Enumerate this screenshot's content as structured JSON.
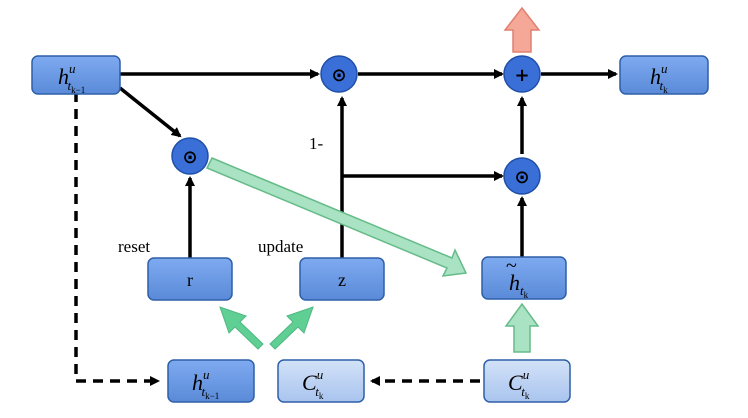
{
  "colors": {
    "box_fill": "#6b9be8",
    "box_fill_light": "#bcd1f2",
    "box_stroke": "#2e5fa8",
    "node_fill": "#3a6fd8",
    "node_stroke": "#1f4fa8",
    "green_arrow": "#66cc99",
    "green_arrow_light": "#a9e3c4",
    "orange_arrow": "#f0a090",
    "line": "#000000"
  },
  "boxes": {
    "h_prev": {
      "var": "h",
      "sup": "u",
      "sub": "t",
      "subsub": "k−1"
    },
    "h_out": {
      "var": "h",
      "sup": "u",
      "sub": "t",
      "subsub": "k"
    },
    "r": {
      "label": "r"
    },
    "z": {
      "label": "z"
    },
    "h_tilde": {
      "var": "h",
      "accent": "~",
      "sub": "t",
      "subsub": "k"
    },
    "h_prev_bottom": {
      "var": "h",
      "sup": "u",
      "sub": "t",
      "subsub": "k−1"
    },
    "c_prev": {
      "var": "C",
      "sup": "u",
      "sub": "t",
      "subsub": "k"
    },
    "c_cur": {
      "var": "C",
      "sup": "u",
      "sub": "t",
      "subsub": "k"
    }
  },
  "operators": {
    "hadamard": "⊙",
    "plus": "+"
  },
  "labels": {
    "reset": "reset",
    "update": "update",
    "one_minus": "1-"
  }
}
